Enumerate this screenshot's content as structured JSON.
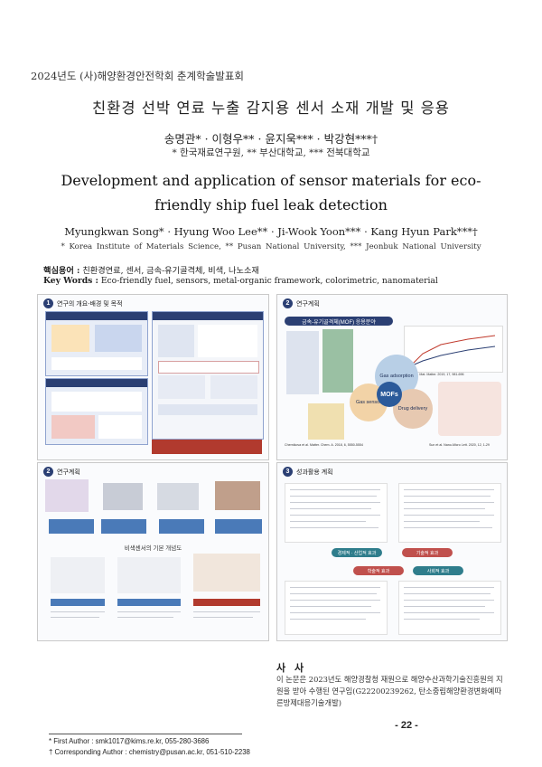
{
  "header": {
    "conference": "2024년도 (사)해양환경안전학회 춘계학술발표회"
  },
  "title_ko": "친환경 선박 연료 누출 감지용 센서 소재 개발 및 응용",
  "authors_ko": "송명관* · 이형우** · 윤지욱*** · 박강현***†",
  "affiliations_ko": "* 한국재료연구원, ** 부산대학교, *** 전북대학교",
  "title_en": "Development and application of sensor materials for eco-friendly ship fuel leak detection",
  "authors_en": "Myungkwan Song* · Hyung Woo Lee** · Ji-Wook Yoon*** · Kang Hyun Park***†",
  "affiliations_en": "* Korea Institute of Materials Science, ** Pusan National University, *** Jeonbuk National University",
  "keywords_ko_label": "핵심용어 :",
  "keywords_ko": "친환경연료, 센서, 금속-유기골격체, 비색, 나노소재",
  "keywords_en_label": "Key Words :",
  "keywords_en": "Eco-friendly fuel, sensors, metal-organic framework, colorimetric, nanomaterial",
  "panels": {
    "p1": {
      "num": "1",
      "title": "연구의 개요-배경 및 목적"
    },
    "p2a": {
      "num": "2",
      "title": "연구계획",
      "banner": "금속-유기골격체(MOF) 응용분야",
      "mofs": "MOFs",
      "gas_adsorption": "Gas adsorption",
      "gas_sensor": "Gas sensor",
      "drug_delivery": "Drug delivery",
      "ref1": "Han, et al. Mat. Matter. 2019, 17, 981-696",
      "ref2": "Chernikova et al. Matter. Chem. A. 2018, 6, 5550-5554",
      "ref3": "Sun et al. Nano-Micro Lett. 2020, 12, 1-29"
    },
    "p2b": {
      "num": "2",
      "title": "연구계획",
      "subtitle": "비색센서의 기본 개념도"
    },
    "p3": {
      "num": "3",
      "title": "성과활용 계획",
      "c1": "경제적 · 산업적 효과",
      "c2": "기술적 효과",
      "c3": "학술적 효과",
      "c4": "사회적 효과"
    }
  },
  "acknowledgment": {
    "title": "사 사",
    "text": "이 논문은 2023년도 해양경찰청 재원으로 해양수산과학기술진흥원의 지원을 받아 수행된 연구임(G22200239262, 탄소중립해양환경변화예따른방제대응기술개발)"
  },
  "footnotes": {
    "first": "* First Author : smk1017@kims.re.kr, 055-280-3686",
    "corresponding": "† Corresponding Author : chemistry@pusan.ac.kr, 051-510-2238"
  },
  "page_number": "- 22 -",
  "colors": {
    "navy": "#2b3f73",
    "red": "#c0392b",
    "teal": "#3c8fa5"
  }
}
